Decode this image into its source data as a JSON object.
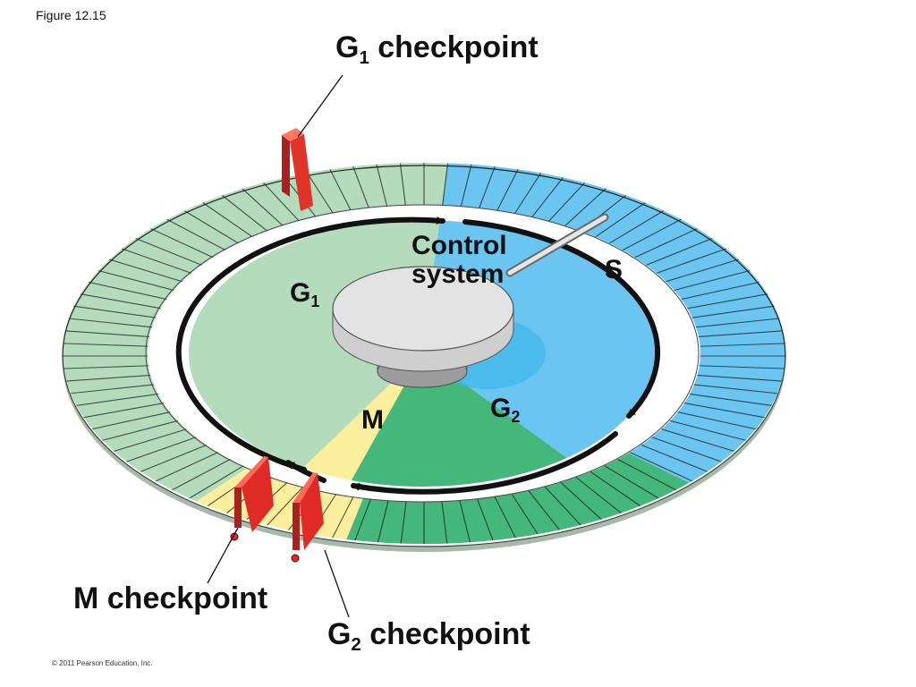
{
  "figure_label": "Figure 12.15",
  "labels": {
    "g1_checkpoint": {
      "main": "G",
      "sub": "1",
      "rest": " checkpoint"
    },
    "m_checkpoint": "M checkpoint",
    "g2_checkpoint": {
      "main": "G",
      "sub": "2",
      "rest": " checkpoint"
    },
    "control_system": {
      "line1": "Control",
      "line2": "system"
    },
    "phase_s": "S",
    "phase_g1": {
      "main": "G",
      "sub": "1"
    },
    "phase_g2": {
      "main": "G",
      "sub": "2"
    },
    "phase_m": "M"
  },
  "copyright": "© 2011 Pearson Education, Inc.",
  "colors": {
    "g1": "#b4dcbc",
    "s": "#6ac6f0",
    "g2": "#44b77b",
    "m": "#fbef9d",
    "checkpoint_gate": "#e02a26",
    "arrow": "#111111"
  }
}
